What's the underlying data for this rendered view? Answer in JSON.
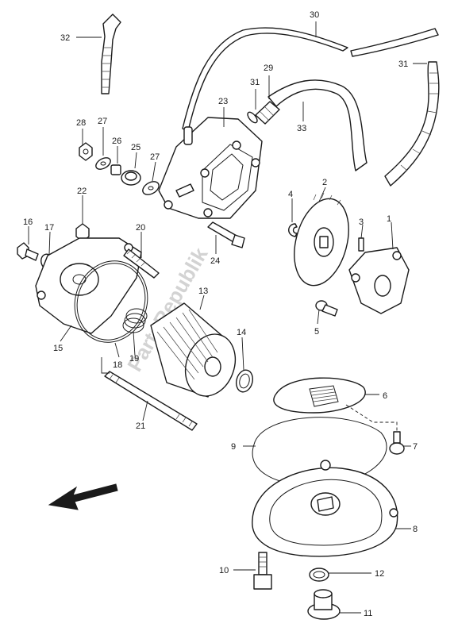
{
  "watermark": "PartsRepublik",
  "callouts": [
    "1",
    "2",
    "3",
    "4",
    "5",
    "6",
    "7",
    "8",
    "9",
    "10",
    "11",
    "12",
    "13",
    "14",
    "15",
    "16",
    "17",
    "18",
    "19",
    "20",
    "21",
    "22",
    "23",
    "24",
    "25",
    "26",
    "27",
    "28",
    "29",
    "30",
    "31",
    "32",
    "33"
  ],
  "arrow": "front-direction-arrow"
}
